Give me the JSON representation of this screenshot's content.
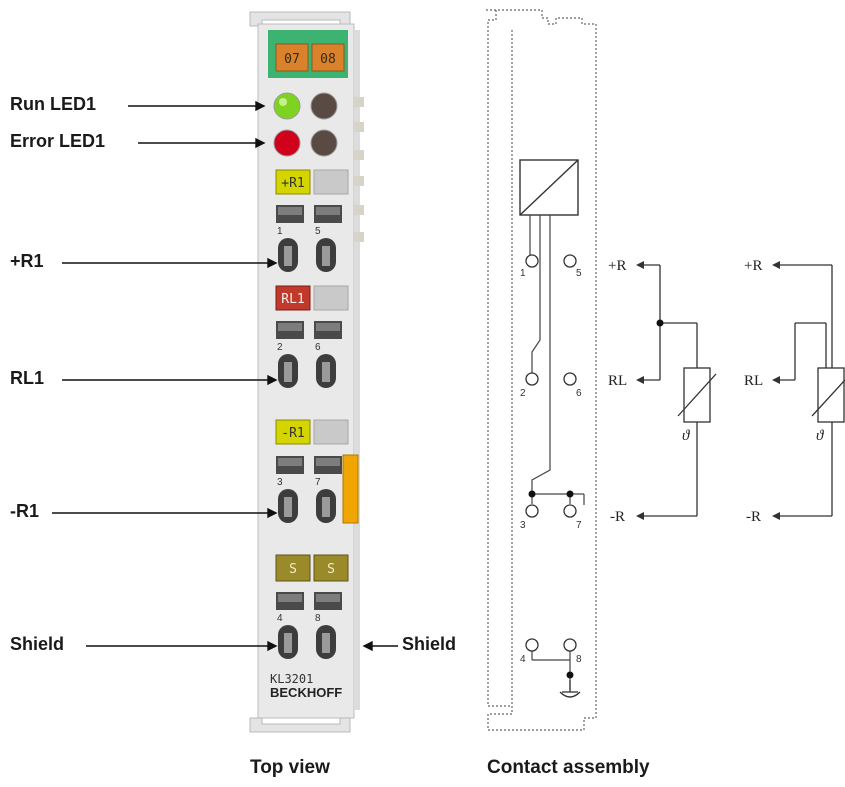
{
  "labels": {
    "run_led": "Run LED1",
    "error_led": "Error LED1",
    "plus_r1": "+R1",
    "rl1": "RL1",
    "minus_r1": "-R1",
    "shield_left": "Shield",
    "shield_right": "Shield"
  },
  "terminal": {
    "channel_left": "07",
    "channel_right": "08",
    "tag_plus": "+R1",
    "tag_rl": "RL1",
    "tag_minus": "-R1",
    "tag_s1": "S",
    "tag_s2": "S",
    "model": "KL3201",
    "brand": "BECKHOFF",
    "pins": [
      "1",
      "5",
      "2",
      "6",
      "3",
      "7",
      "4",
      "8"
    ]
  },
  "contact": {
    "pins": [
      "1",
      "5",
      "2",
      "6",
      "3",
      "7",
      "4",
      "8"
    ],
    "wiring_a": {
      "plus": "+R",
      "rl": "RL",
      "minus": "-R",
      "theta": "ϑ"
    },
    "wiring_b": {
      "plus": "+R",
      "rl": "RL",
      "minus": "-R",
      "theta": "ϑ"
    }
  },
  "captions": {
    "top_view": "Top view",
    "contact_assembly": "Contact assembly"
  },
  "colors": {
    "green_header": "#3cb371",
    "orange_channel": "#d9822b",
    "led_green": "#7ed321",
    "led_red": "#d0021b",
    "tag_yellow": "#d4d400",
    "tag_red": "#c0392b",
    "tag_olive": "#9a8a2a",
    "side_orange": "#f0a500"
  }
}
